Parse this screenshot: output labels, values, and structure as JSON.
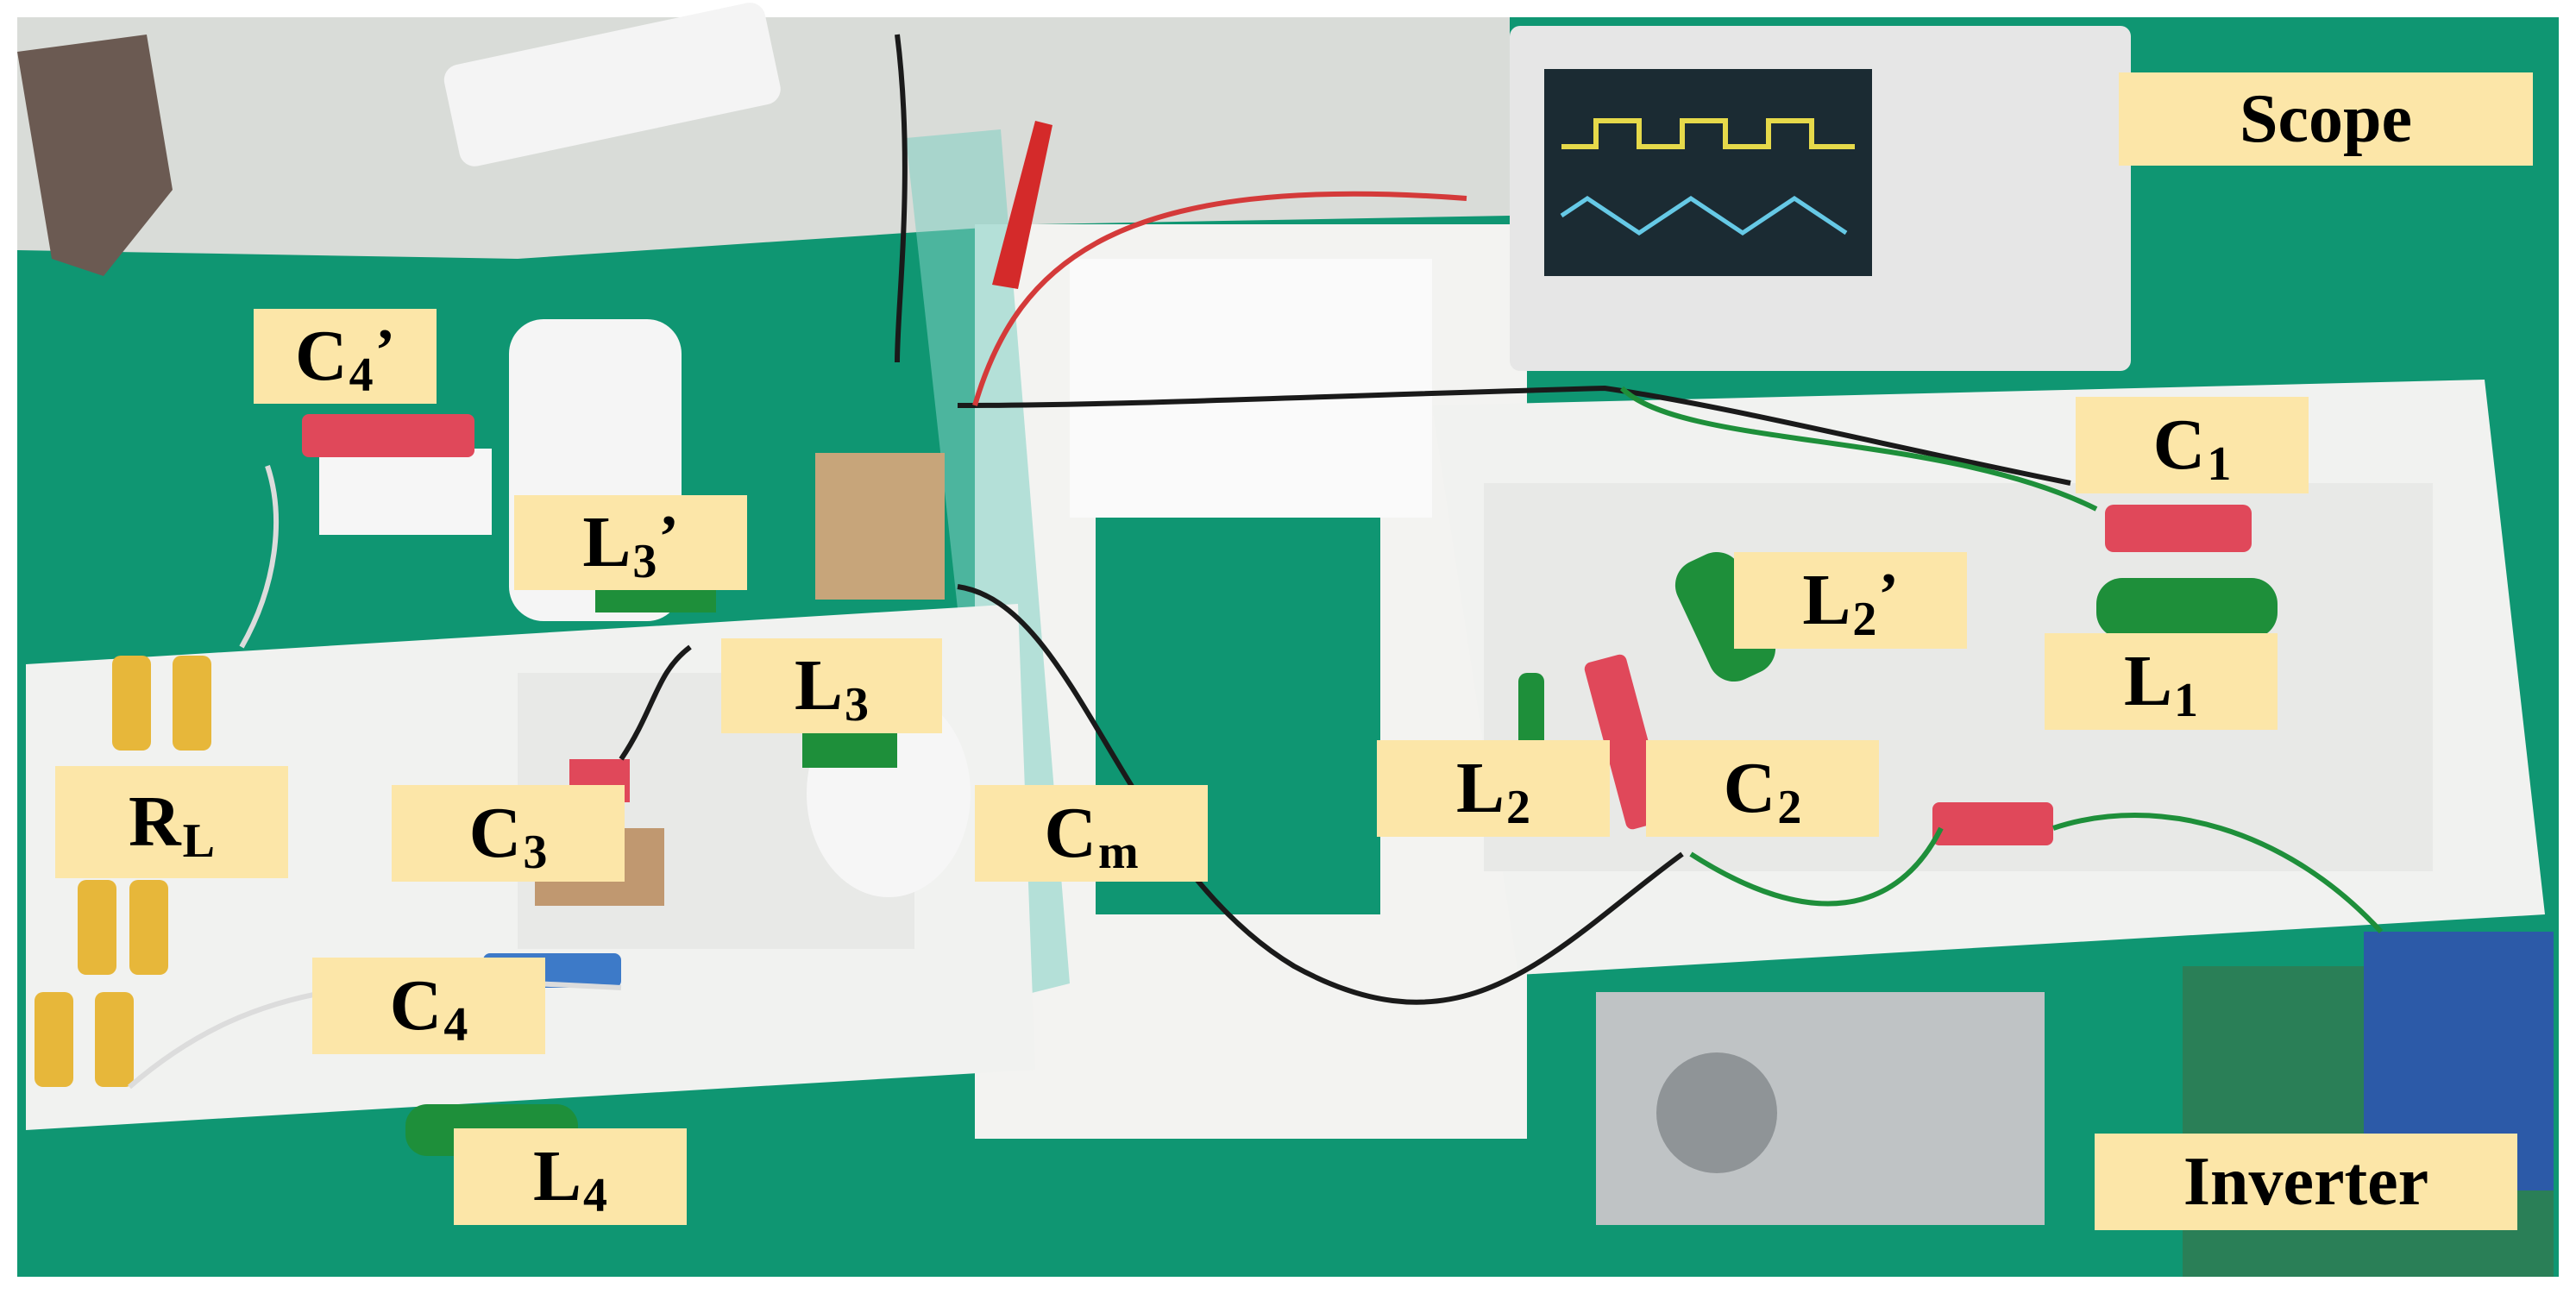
{
  "labels": {
    "scope": "Scope",
    "inverter": "Inverter",
    "c4p": {
      "base": "C",
      "sub": "4",
      "prime": "’"
    },
    "l3p": {
      "base": "L",
      "sub": "3",
      "prime": "’"
    },
    "l3": {
      "base": "L",
      "sub": "3"
    },
    "rl": {
      "base": "R",
      "sub": "L"
    },
    "c3": {
      "base": "C",
      "sub": "3"
    },
    "cm": {
      "base": "C",
      "sub": "m"
    },
    "c4": {
      "base": "C",
      "sub": "4"
    },
    "l4": {
      "base": "L",
      "sub": "4"
    },
    "l2": {
      "base": "L",
      "sub": "2"
    },
    "c2": {
      "base": "C",
      "sub": "2"
    },
    "l2p": {
      "base": "L",
      "sub": "2",
      "prime": "’"
    },
    "c1": {
      "base": "C",
      "sub": "1"
    },
    "l1": {
      "base": "L",
      "sub": "1"
    }
  },
  "colors": {
    "bench_green": "#0f9672",
    "foam_white": "#f1f2f0",
    "label_fill": "#fce6a8",
    "coil_red": "#e0485a",
    "coil_green": "#1e8f3a",
    "resistor_gold": "#e7b73a",
    "wire_black": "#1a1a1a",
    "scope_body": "#e6e6e6",
    "scope_screen": "#1b2b33"
  }
}
